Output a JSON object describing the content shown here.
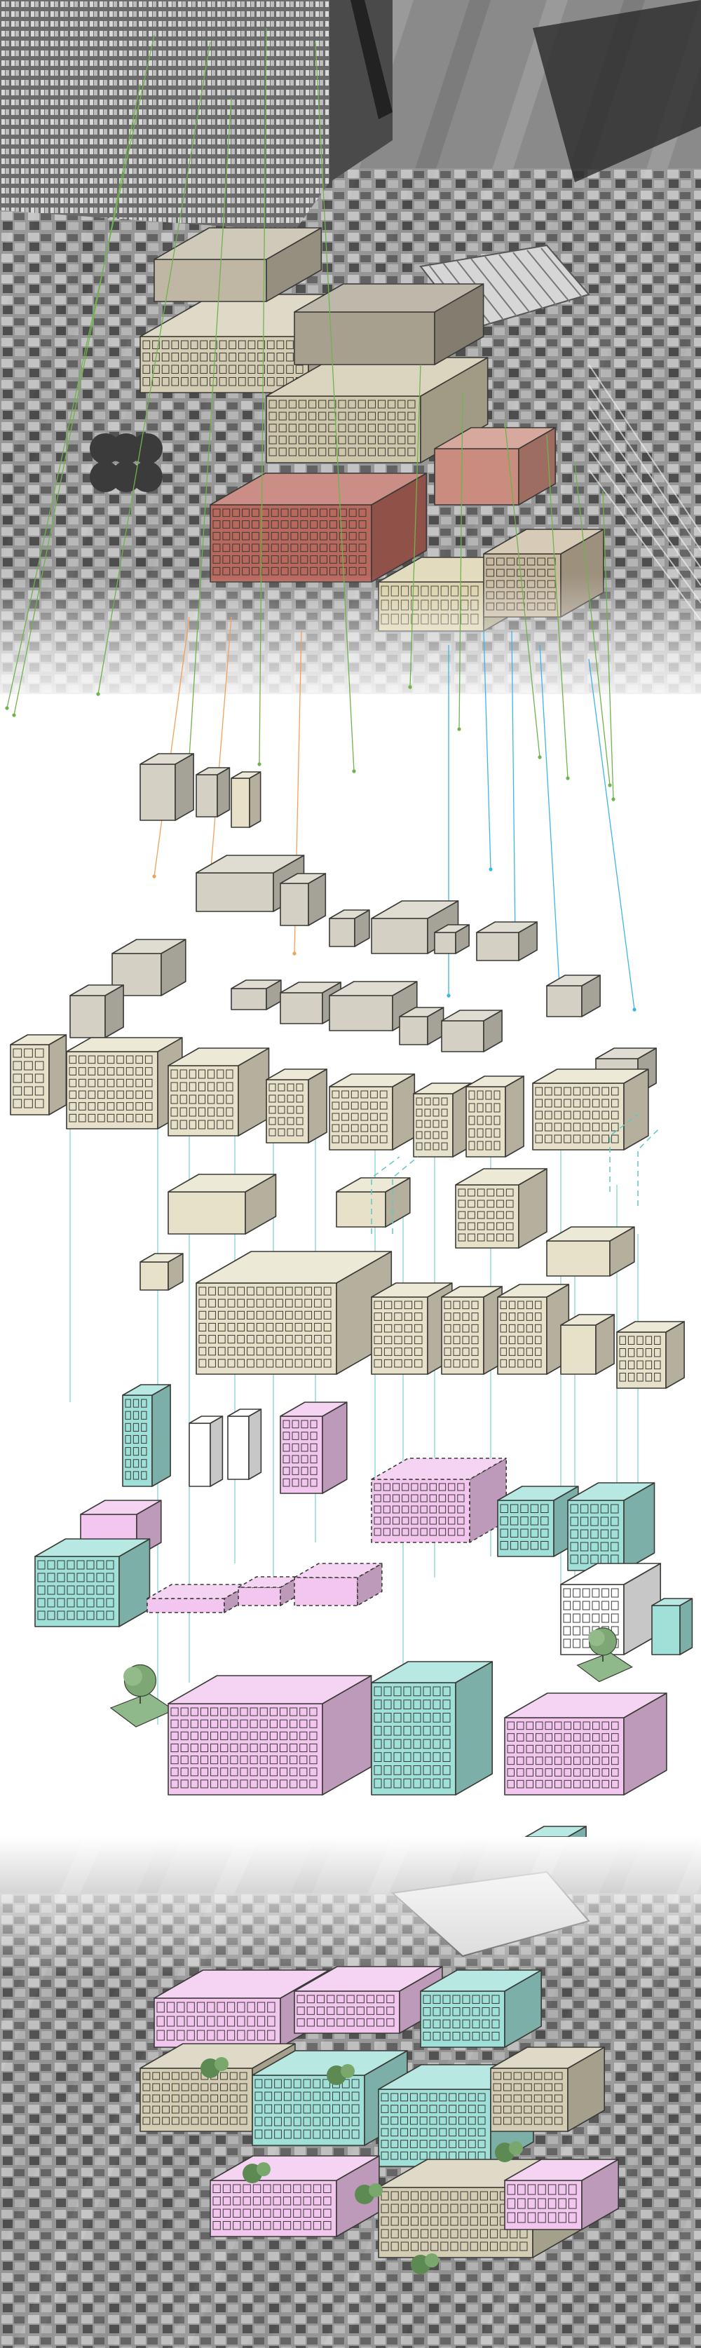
{
  "diagram": {
    "kind": "exploded axonometric masterplan",
    "layers": [
      "aerial-photo-existing",
      "existing-buildings-retained",
      "existing-buildings-refurbished",
      "new-build-additions",
      "aerial-photo-proposed"
    ]
  },
  "colors": {
    "retained": "#e7e1c9",
    "retained_stroke": "#3a3a36",
    "existing_top": "#d8d3c4",
    "red_brick": "#b9685e",
    "new_cyan": "#9fe0d8",
    "new_pink": "#f2c6ef",
    "tree_green": "#8fb98a",
    "leader_green": "#6fb34d",
    "leader_orange": "#f0a25a",
    "leader_blue": "#3cb6e6",
    "leader_cyan": "#5fc7c2",
    "photo_dark": "#2d2d2d",
    "photo_mid": "#8a8a8a",
    "photo_light": "#cfcfcf"
  },
  "icons": {
    "tree": "tree-icon"
  }
}
